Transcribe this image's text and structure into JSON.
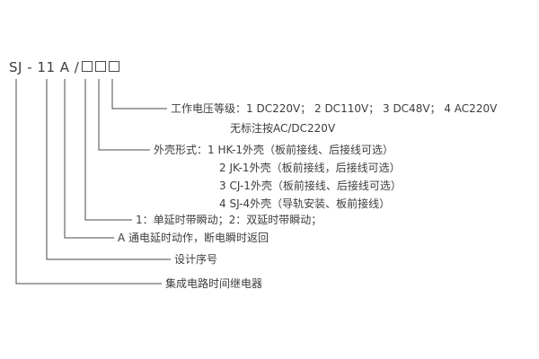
{
  "model": {
    "text": "SJ - 11 A /",
    "option_boxes": 3
  },
  "colors": {
    "text": "#3d3d3d",
    "line": "#4a4a4a",
    "background": "#ffffff"
  },
  "notes": {
    "voltage_title": "工作电压等级：1 DC220V；  2 DC110V；  3 DC48V；  4 AC220V",
    "voltage_note": "无标注按AC/DC220V",
    "case_option_1": "外壳形式：1  HK-1外壳（板前接线、后接线可选）",
    "case_option_2": "2  JK-1外壳（板前接线，后接线可选）",
    "case_option_3": "3  CJ-1外壳（板前接线、后接线可选）",
    "case_option_4": "4  SJ-4外壳（导轨安装、板前接线）",
    "delay_type": "1：单延时带瞬动；2：双延时带瞬动；",
    "action_mode": "A  通电延时动作，断电瞬时返回",
    "design_serial": "设计序号",
    "product_name": "集成电路时间继电器"
  }
}
